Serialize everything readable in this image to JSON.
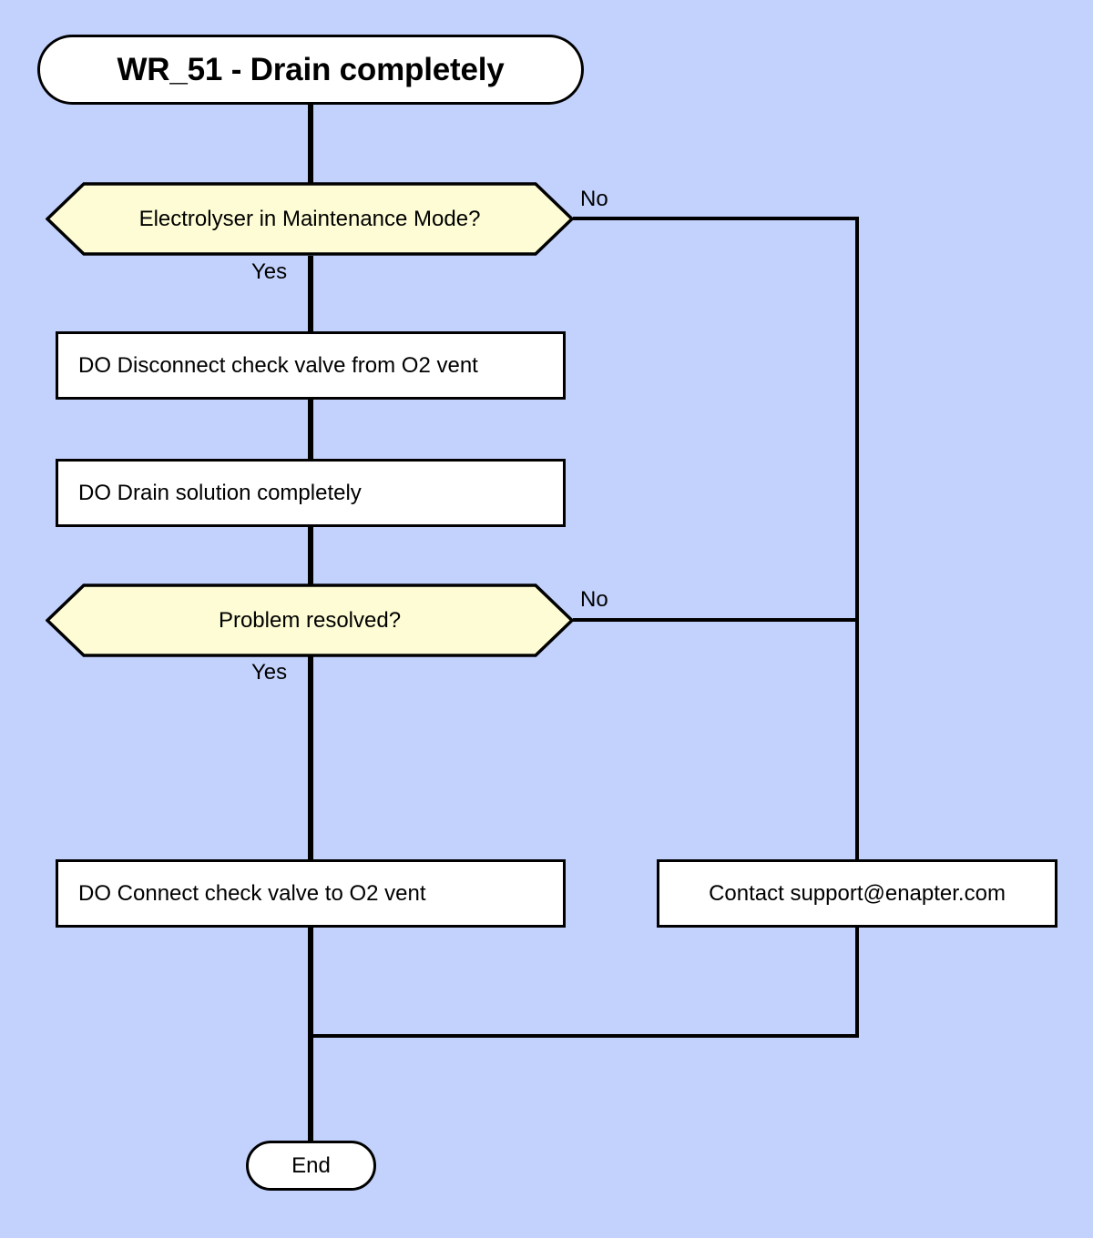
{
  "diagram": {
    "title": "WR_51 - Drain completely",
    "type": "flowchart",
    "background_color": "#c3d2fd",
    "node_fill_process": "#ffffff",
    "node_fill_decision": "#fdfcd4",
    "stroke_color": "#000000",
    "nodes": {
      "start": {
        "label": "WR_51 - Drain completely",
        "shape": "stadium"
      },
      "decision_maintenance": {
        "label": "Electrolyser in Maintenance Mode?",
        "shape": "hexagon"
      },
      "process_disconnect": {
        "label": "DO Disconnect check valve from O2 vent",
        "shape": "rectangle"
      },
      "process_drain": {
        "label": "DO Drain solution completely",
        "shape": "rectangle"
      },
      "decision_resolved": {
        "label": "Problem resolved?",
        "shape": "hexagon"
      },
      "process_connect": {
        "label": "DO Connect check valve to O2 vent",
        "shape": "rectangle"
      },
      "process_contact": {
        "label": "Contact support@enapter.com",
        "shape": "rectangle"
      },
      "end": {
        "label": "End",
        "shape": "stadium"
      }
    },
    "edge_labels": {
      "maintenance_yes": "Yes",
      "maintenance_no": "No",
      "resolved_yes": "Yes",
      "resolved_no": "No"
    }
  }
}
